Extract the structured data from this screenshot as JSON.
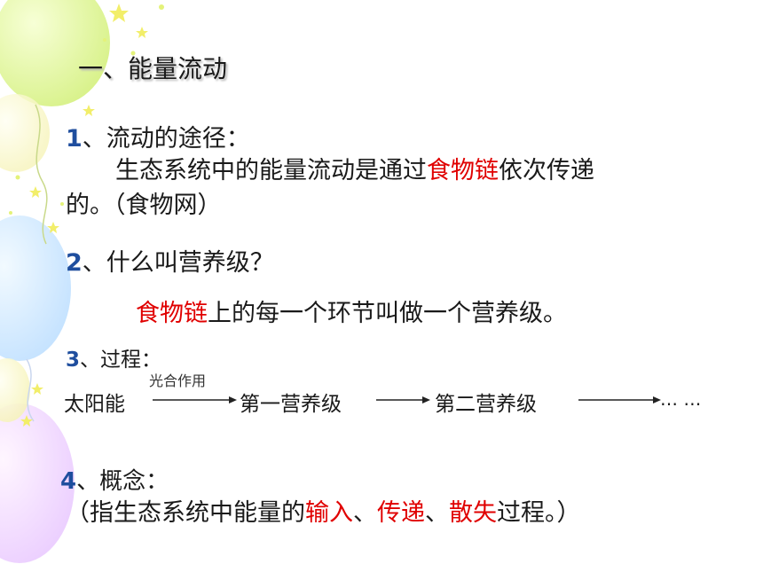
{
  "title": "一、能量流动",
  "sections": [
    {
      "num": "1",
      "heading": "、流动的途径：",
      "body_indent": "生态系统中的能量流动是通过",
      "body_red": "食物链",
      "body_after": "依次传递",
      "body_line2": "的。（食物网）"
    },
    {
      "num": "2",
      "heading": "、什么叫营养级？",
      "answer_red": "食物链",
      "answer_rest": "上的每一个环节叫做一个营养级。"
    },
    {
      "num": "3",
      "heading": "、过程："
    },
    {
      "num": "4",
      "heading": "、概念：",
      "line_pre": "（指生态系统中能量的",
      "red1": "输入",
      "sep1": "、",
      "red2": "传递",
      "sep2": "、",
      "red3": "散失",
      "line_post": "过程。）"
    }
  ],
  "flow": {
    "source": "太阳能",
    "arrow1_label": "光合作用",
    "level1": "第一营养级",
    "level2": "第二营养级",
    "ellipsis": "… …"
  },
  "colors": {
    "highlight": "#e00000",
    "number": "#1f4e9e",
    "balloon_green": "#dff59a",
    "balloon_blue": "#cfe8ff",
    "balloon_purple": "#f0d6ff"
  }
}
